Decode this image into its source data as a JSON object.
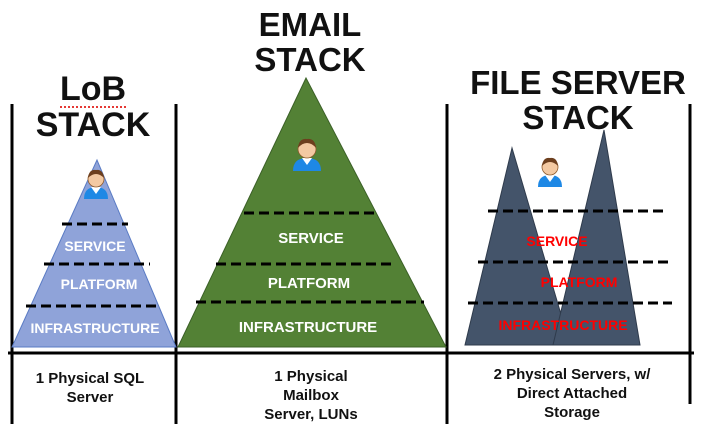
{
  "stacks": [
    {
      "title": [
        "LoB",
        "STACK"
      ],
      "layers": [
        "SERVICE",
        "PLATFORM",
        "INFRASTRUCTURE"
      ],
      "caption": [
        "1 Physical SQL",
        "Server"
      ]
    },
    {
      "title": [
        "EMAIL",
        "STACK"
      ],
      "layers": [
        "SERVICE",
        "PLATFORM",
        "INFRASTRUCTURE"
      ],
      "caption": [
        "1 Physical",
        "Mailbox",
        "Server, LUNs"
      ]
    },
    {
      "title": [
        "FILE SERVER",
        "STACK"
      ],
      "layers": [
        "SERVICE",
        "PLATFORM",
        "INFRASTRUCTURE"
      ],
      "caption": [
        "2 Physical Servers, w/",
        "Direct Attached",
        "Storage"
      ]
    }
  ],
  "colors": {
    "lob_fill": "#8fa3d9",
    "email_fill": "#538135",
    "file_fill": "#44546a",
    "label_light": "#ffffff",
    "label_red": "#ff0000",
    "line": "#000000"
  },
  "icons": {
    "user": "user-person-icon"
  }
}
